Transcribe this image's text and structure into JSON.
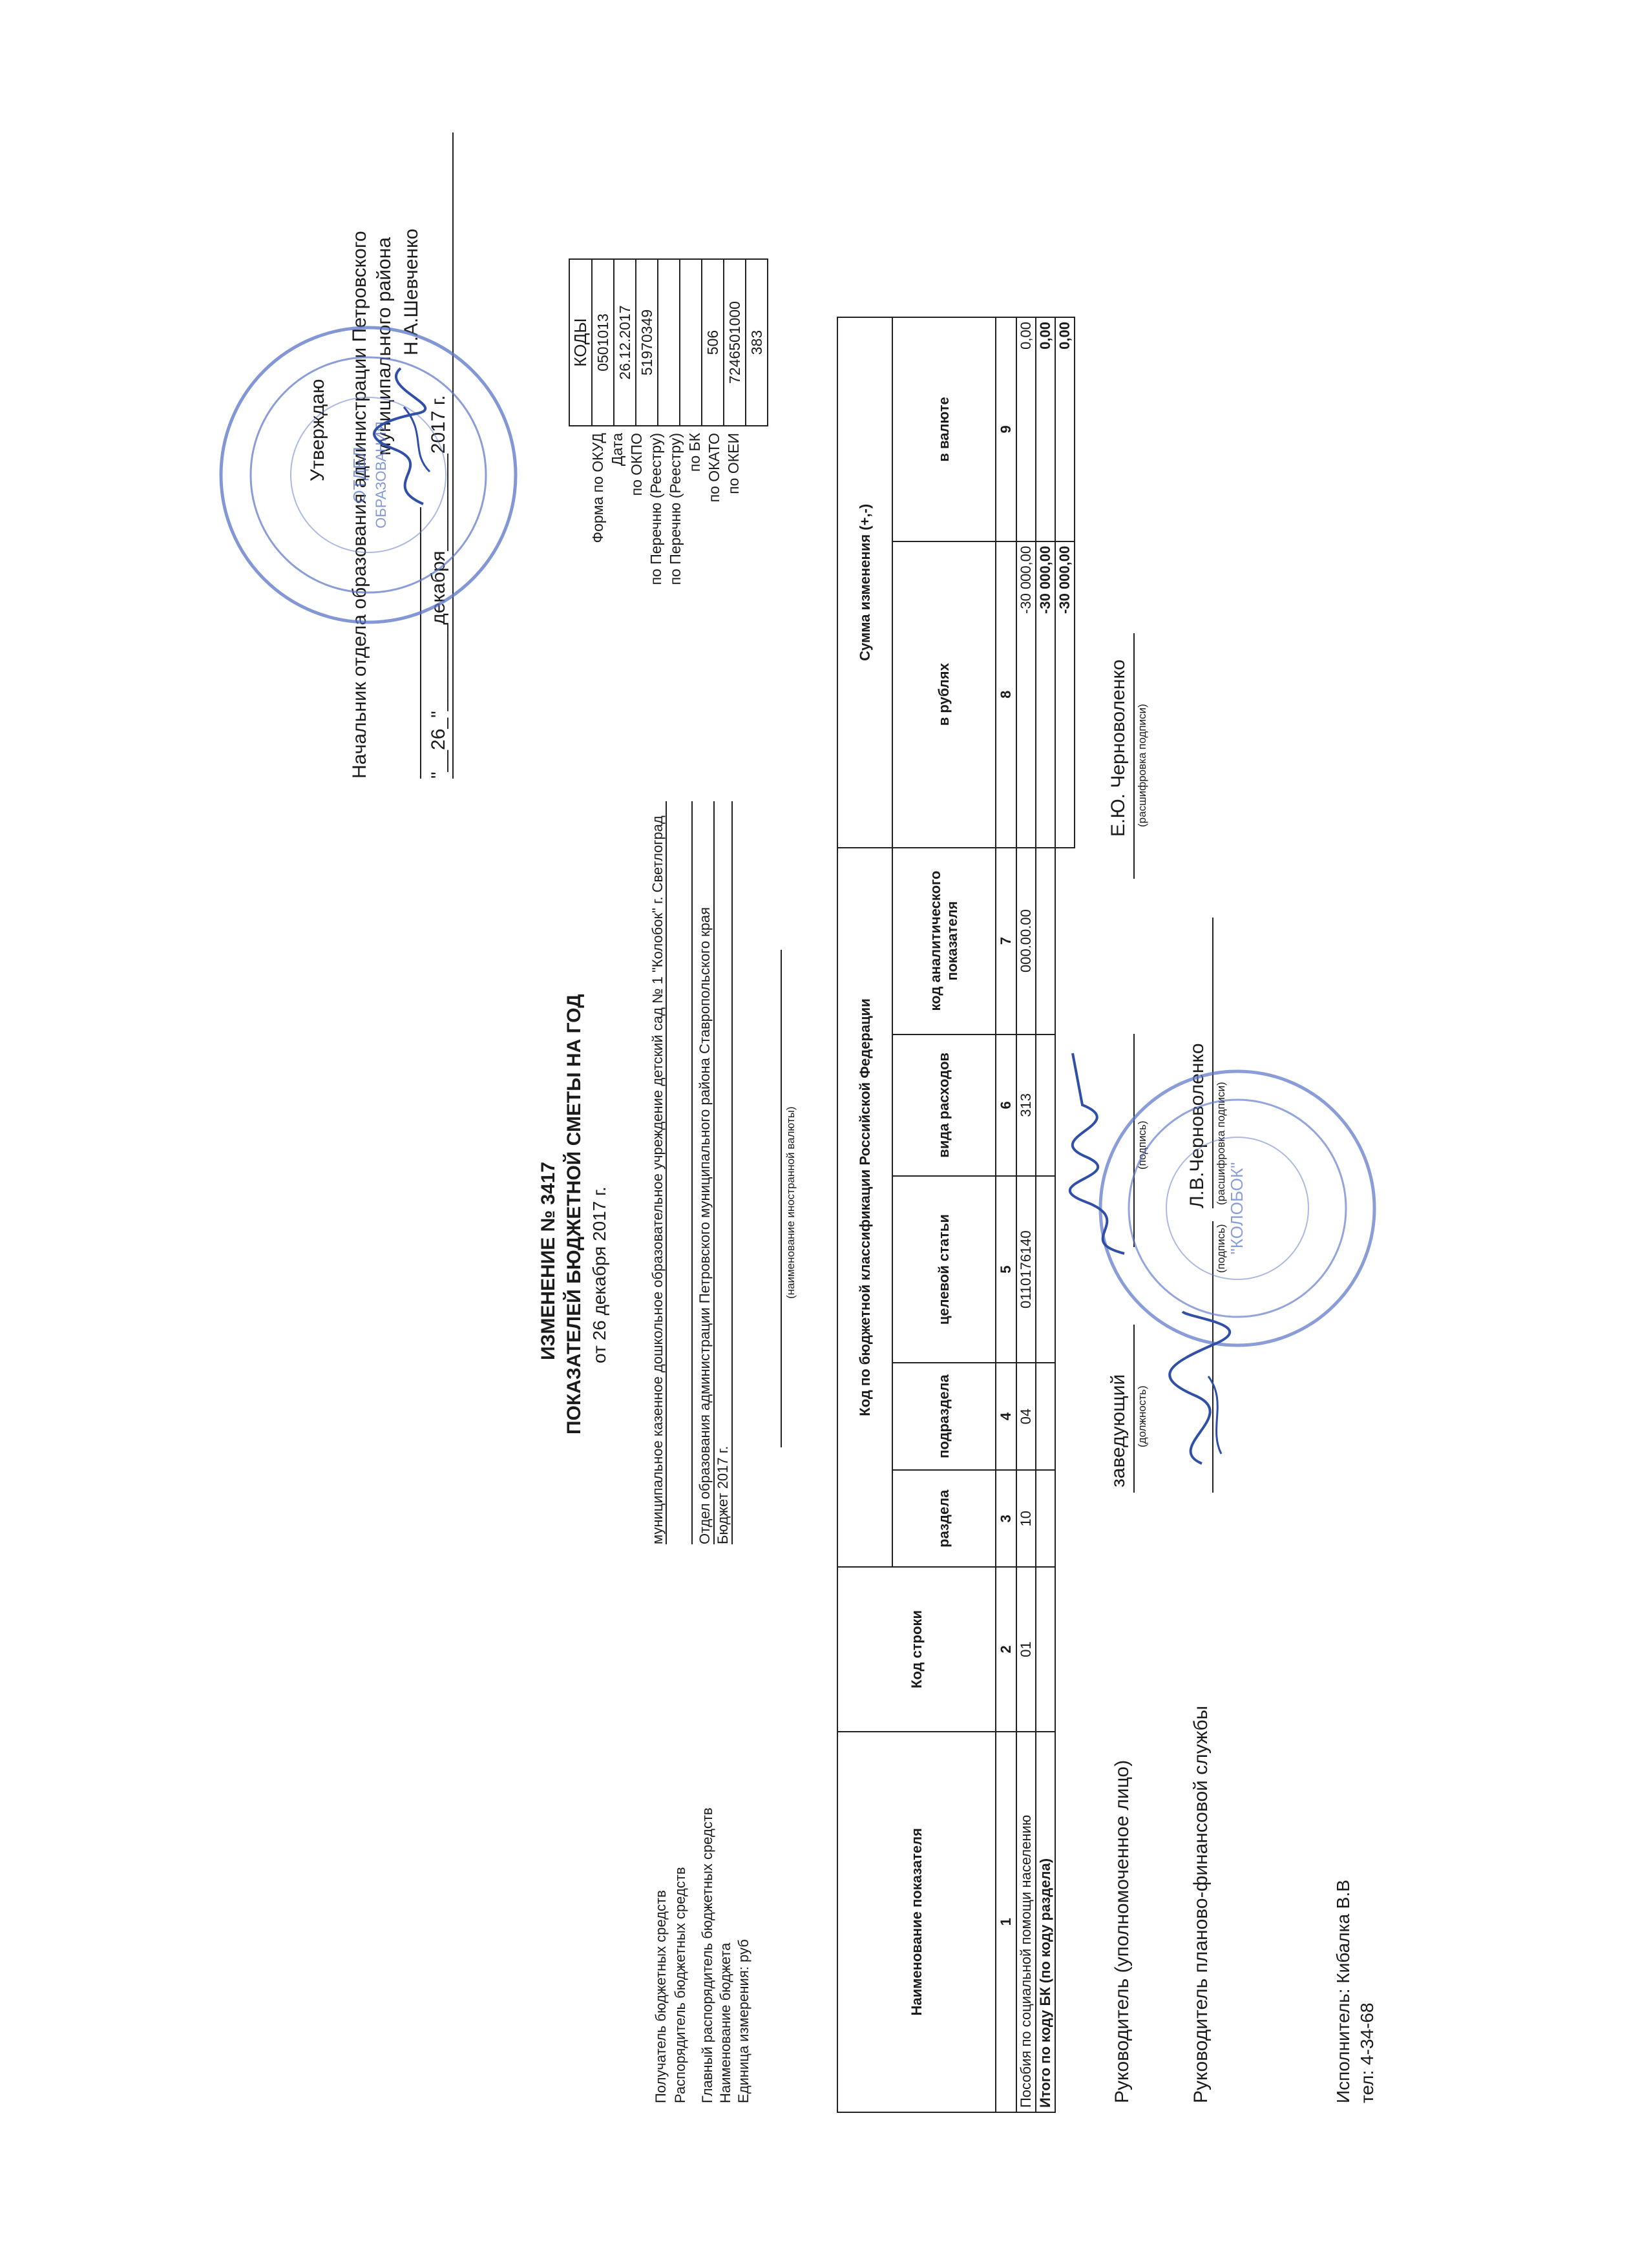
{
  "approval": {
    "utverzhdayu": "Утверждаю",
    "position_line1": "Начальник отдела образования администрации Петровского",
    "position_line2": "муниципального района",
    "head_name": "Н.А.Шевченко",
    "date_line": "\"__26_\"________декабря_________2017 г."
  },
  "title": {
    "line1": "ИЗМЕНЕНИЕ № 3417",
    "line2": "ПОКАЗАТЕЛЕЙ БЮДЖЕТНОЙ СМЕТЫ НА  ГОД",
    "line3": "от 26 декабря 2017 г."
  },
  "codes": {
    "header": "КОДЫ",
    "rows": [
      {
        "label": "Форма по ОКУД",
        "value": "0501013"
      },
      {
        "label": "Дата",
        "value": "26.12.2017"
      },
      {
        "label": "по ОКПО",
        "value": "51970349"
      },
      {
        "label": "по Перечню (Реестру)",
        "value": ""
      },
      {
        "label": "по Перечню (Реестру)",
        "value": ""
      },
      {
        "label": "по БК",
        "value": "506"
      },
      {
        "label": "по ОКАТО",
        "value": "7246501000"
      },
      {
        "label": "по ОКЕИ",
        "value": "383"
      }
    ]
  },
  "info": {
    "recipient_label": "Получатель бюджетных средств",
    "recipient_value": "муниципальное казенное дошкольное образовательное учреждение детский сад № 1 \"Колобок\" г. Светлоград",
    "manager_label": "Распорядитель бюджетных средств",
    "manager_value": "",
    "chief_label": "Главный распорядитель бюджетных средств",
    "chief_value": "Отдел образования администрации Петровского муниципального района Ставропольского края",
    "budget_label": "Наименование бюджета",
    "budget_value": "Бюджет 2017 г.",
    "unit_label": "Единица измерения: руб",
    "currency_caption": "(наименование иностранной валюты)"
  },
  "table": {
    "col_name": "Наименование показателя",
    "col_row_code": "Код строки",
    "group_bk": "Код по бюджетной классификации Российской Федерации",
    "col_section": "раздела",
    "col_subsection": "подраздела",
    "col_target": "целевой статьи",
    "col_expense": "вида расходов",
    "col_analytic": "код аналитического показателя",
    "group_sum": "Сумма изменения (+,-)",
    "col_rub": "в рублях",
    "col_currency": "в валюте",
    "numbers": [
      "1",
      "2",
      "3",
      "4",
      "5",
      "6",
      "7",
      "8",
      "9"
    ],
    "rows": [
      {
        "name": "Пособия по социальной помощи населению",
        "code": "01",
        "section": "10",
        "subsection": "04",
        "target": "0110176140",
        "expense": "313",
        "analytic": "000.00.00",
        "rub": "-30 000,00",
        "currency": "0,00"
      },
      {
        "name": "Итого по коду БК (по коду раздела)",
        "code": "",
        "section": "",
        "subsection": "",
        "target": "",
        "expense": "",
        "analytic": "",
        "rub": "-30 000,00",
        "currency": "0,00"
      }
    ],
    "total_rub": "-30 000,00",
    "total_currency": "0,00"
  },
  "signatures": {
    "head_label": "Руководитель (уполномоченное лицо)",
    "head_position": "заведующий",
    "head_name": "Е.Ю. Черноволенко",
    "cap_position": "(должность)",
    "cap_signature": "(подпись)",
    "cap_decode": "(расшифровка подписи)",
    "fin_label": "Руководитель планово-финансовой службы",
    "fin_name": "Л.В.Черноволенко",
    "executor": "Исполнитель: Кибалка В.В",
    "phone": "тел: 4-34-68"
  }
}
